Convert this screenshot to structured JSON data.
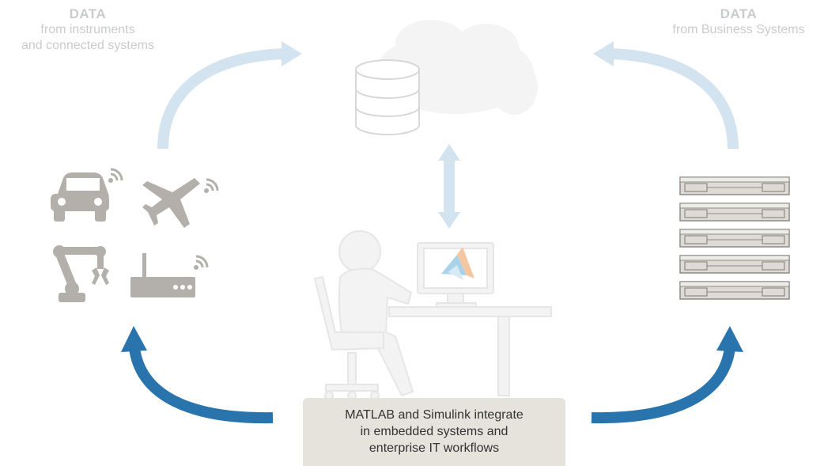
{
  "left_label": {
    "heading": "DATA",
    "line1": "from instruments",
    "line2": "and connected systems"
  },
  "right_label": {
    "heading": "DATA",
    "line1": "from Business Systems"
  },
  "caption": {
    "line1": "MATLAB and Simulink integrate",
    "line2": "in embedded systems and",
    "line3": "enterprise IT workflows"
  },
  "colors": {
    "light_arrow": "#d3e3ef",
    "dark_arrow": "#2a74ad",
    "device_gray": "#b3b0ab",
    "faded_gray": "#ececec",
    "server_fill": "#dedbd6",
    "server_stroke": "#8e8b86",
    "caption_bg": "#e6e3dd"
  },
  "icons": [
    "car-icon",
    "airplane-icon",
    "robot-arm-icon",
    "router-icon",
    "database-icon",
    "cloud-icon",
    "server-rack-icon",
    "user-at-workstation-icon",
    "matlab-logo-icon"
  ]
}
